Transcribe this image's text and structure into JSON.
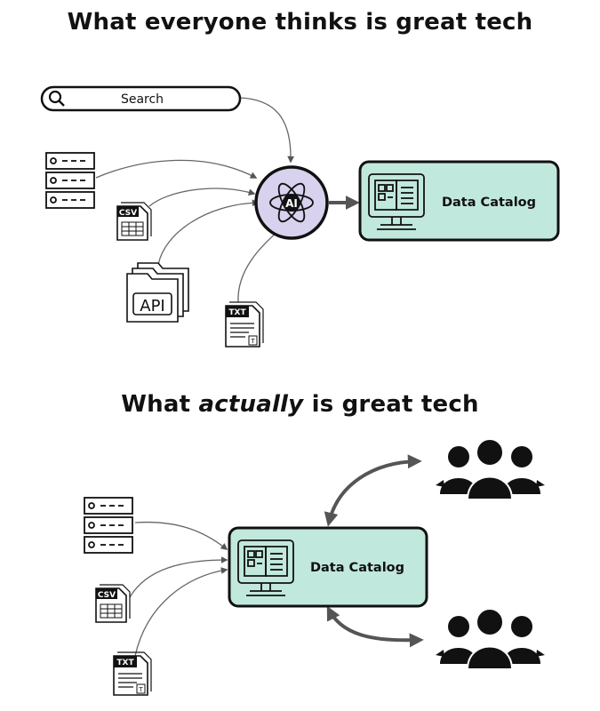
{
  "top": {
    "title": "What everyone thinks is great tech",
    "search_label": "Search",
    "csv_label": "CSV",
    "api_label": "API",
    "txt_label": "TXT",
    "txt_corner": "T",
    "ai_label": "AI",
    "catalog_label": "Data Catalog"
  },
  "bottom": {
    "title_before": "What ",
    "title_em": "actually",
    "title_after": " is great tech",
    "csv_label": "CSV",
    "txt_label": "TXT",
    "txt_corner": "T",
    "catalog_label": "Data Catalog"
  },
  "colors": {
    "catalog_fill": "#c1e8dc",
    "ai_fill": "#d9d2ee",
    "stroke": "#111111",
    "arrow": "#555555"
  }
}
